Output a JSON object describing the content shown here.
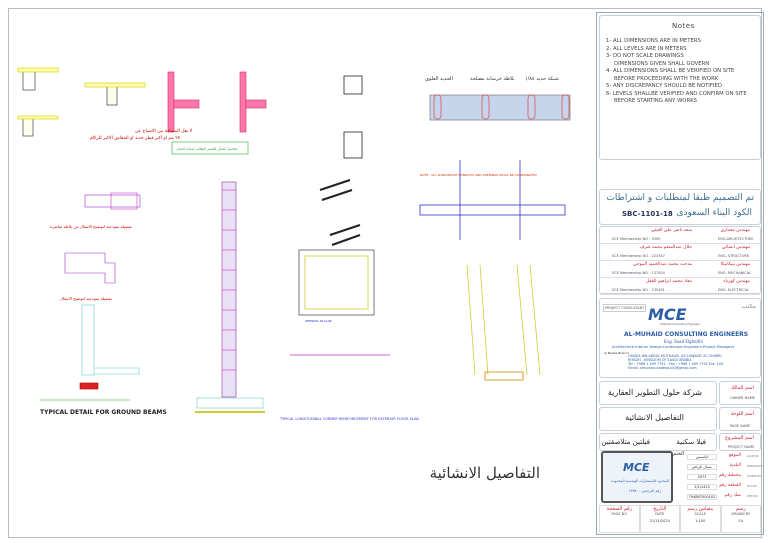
{
  "notes": {
    "title": "Notes",
    "items": [
      "1- ALL DIMENSIONS ARE IN METERS",
      "2- ALL LEVELS ARE IN METERS",
      "3- DO NOT SCALE DRAWINGS",
      "DIMENSIONS GIVEN SHALL GOVERN",
      "4- ALL DIMENSIONS SHALL BE VERIFIED ON SITE",
      "BEFORE PROCEEDING WITH THE WORK",
      "5- ANY DISCREPANCY SHOULD BE NOTIFIED",
      "6- LEVELS SHALLBE VERIFIED AND CONFIRM ON SITE",
      "BEFORE STARTING ANY WORKS"
    ]
  },
  "code": {
    "line1": "تم التصميم طبقا لمتطلبات و اشتراطات",
    "line2": "الكود البناء السعودى",
    "code": "SBC-1101-18"
  },
  "engineers": [
    {
      "name": "سعد ناصر علي الغيثي",
      "membership": "SCE Membership NO : 9300",
      "role_ar": "مهندس معماري",
      "role_en": "ENG.ARCHITECTURE"
    },
    {
      "name": "جلال عبدالمنعم محمد شرف",
      "membership": "SCE Membership NO : 223347",
      "role_ar": "مهندس انشائي",
      "role_en": "ENG- STRUCTURE"
    },
    {
      "name": "مدحت محمد عبدالحميد الموجي",
      "membership": "SCE Membership NO : 137004",
      "role_ar": "مهندس ميكانيكا",
      "role_en": "ENG- MECHANICAL"
    },
    {
      "name": "معاذ محمد ابراهيم القفل",
      "membership": "SCE Membership NO : 235491",
      "role_ar": "مهندس كهرباء",
      "role_en": "ENG- ELECTRICAL"
    }
  ],
  "consultant": {
    "label": "PROJECT CONSULTANT",
    "label_ar": "مكتب",
    "logo": "MCE",
    "logo_sub": "Al-Muhaid Consulting Engineers",
    "name": "AL-MUHAID CONSULTING ENGINEERS",
    "eng": "Eng. Saad Elghaithi",
    "services": "Architecture-Interior Design-Landscape-Engineers-Project Managers",
    "branch": "Al Badea Branch :",
    "addr1": "HAMZA IBN ABDUL MUTHALIB, AS SUWAIDY AL GHARBI",
    "addr2": "RIYADH - KINGDOM OF SAUDI ARABIA",
    "tel": "Tel : +966 1 449 7792 -   Fax : +966 1 449 7792 Ext: 104",
    "email": "Email:   almuhaid.badeaa100@gmail.com"
  },
  "owner": {
    "value": "شركة حلول التطوير العقارية",
    "label_ar": "اسم المالك",
    "label_en": "OWNER NAME"
  },
  "page_name": {
    "value": "التفاصيل الانشائية",
    "label_ar": "اسم اللوحة",
    "label_en": "PAGE NAME"
  },
  "project": {
    "value1": "فيلا سكنية",
    "value2": "فيلتين متلاصقتين",
    "label_ar": "اسم المشروع",
    "label_en": "PROJECT NAME"
  },
  "stamp": {
    "title": "الختم",
    "line1": "المحدود للاستشارات الهندسية المحدودة",
    "line2": "رقم الترخيص : ٢٢٩٥٠"
  },
  "info": [
    {
      "value": "الياسمين",
      "label_ar": "الموقع",
      "label_en": "LOCATION"
    },
    {
      "value": "شمال الرياض",
      "label_ar": "البلدية",
      "label_en": "MUNICIPALITY"
    },
    {
      "value": "3073",
      "label_ar": "مخطط رقم",
      "label_en": "SCHEME NO"
    },
    {
      "value": "1/1/1415",
      "label_ar": "القطعة رقم",
      "label_en": "PLOT NO"
    },
    {
      "value": "794887000102",
      "label_ar": "صك رقم",
      "label_en": "DEED NO"
    }
  ],
  "footer": [
    {
      "label_ar": "رقم الصفحة",
      "label_en": "PAGE NO",
      "value": ""
    },
    {
      "label_ar": "التاريخ",
      "label_en": "DATE",
      "value": "21/11/2024"
    },
    {
      "label_ar": "مقياس رسم",
      "label_en": "SCALE",
      "value": "1:100"
    },
    {
      "label_ar": "رسم",
      "label_en": "DRAWN BY",
      "value": "SA"
    }
  ],
  "drawing": {
    "sheet_title": "التفاصيل الانشائية",
    "ground_beams": "TYPICAL DETAIL FOR GROUND BEAMS",
    "note_ar1": "لا يقل المسافة بين الاسياخ عن",
    "note_ar2": "٢٥ مم او اكبر قطر حديد او المقاس الاكبر للركام",
    "wall_title": "تفاصيل اتصال الجسر الطالب امتداد الجدار",
    "slab_title": "تفصيلة نموذجية لتوضيح الانتقال من بلاطة مباشرة",
    "footing_title": "تفصيلة نموذجية لتوضيح الانتقال",
    "hordi1": "الحديد العلوي",
    "hordi2": "بلاطة خرسانة مصلحة",
    "hordi3": "شبكة حديد ١/٨٤",
    "column_label": "TYPICAL LONGITUDINAL CORNER REINFORCEMENT FOR EXTERIOR FLOOR SLAB",
    "opening_label": "OPENING IN SLAB",
    "note_box": "NOTE : ALL SUBSURFACE CONDUITS AND OPENINGS SHALL BE COORDINATED"
  }
}
